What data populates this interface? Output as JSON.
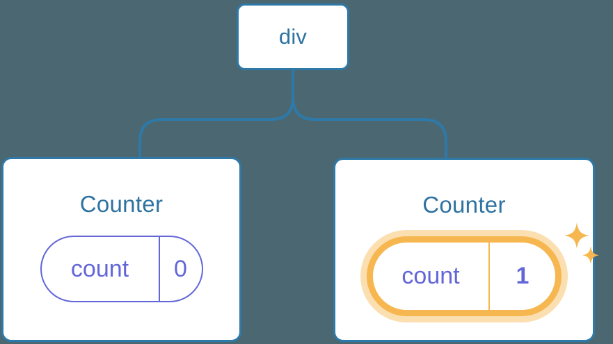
{
  "diagram": {
    "type": "component-tree",
    "background_color": "#4b6872",
    "accent_blue": "#2e79a8",
    "title_blue": "#2e72a0",
    "state_indigo": "#6366d8",
    "highlight_orange": "#f7b750",
    "highlight_glow": "#fbdfb0",
    "root": {
      "label": "div"
    },
    "children": [
      {
        "title": "Counter",
        "state": {
          "key": "count",
          "value": "0"
        },
        "highlighted": false,
        "sparkles": false
      },
      {
        "title": "Counter",
        "state": {
          "key": "count",
          "value": "1"
        },
        "highlighted": true,
        "sparkles": true
      }
    ],
    "icons": {
      "sparkle_large": "sparkle-icon",
      "sparkle_small": "sparkle-icon"
    }
  }
}
